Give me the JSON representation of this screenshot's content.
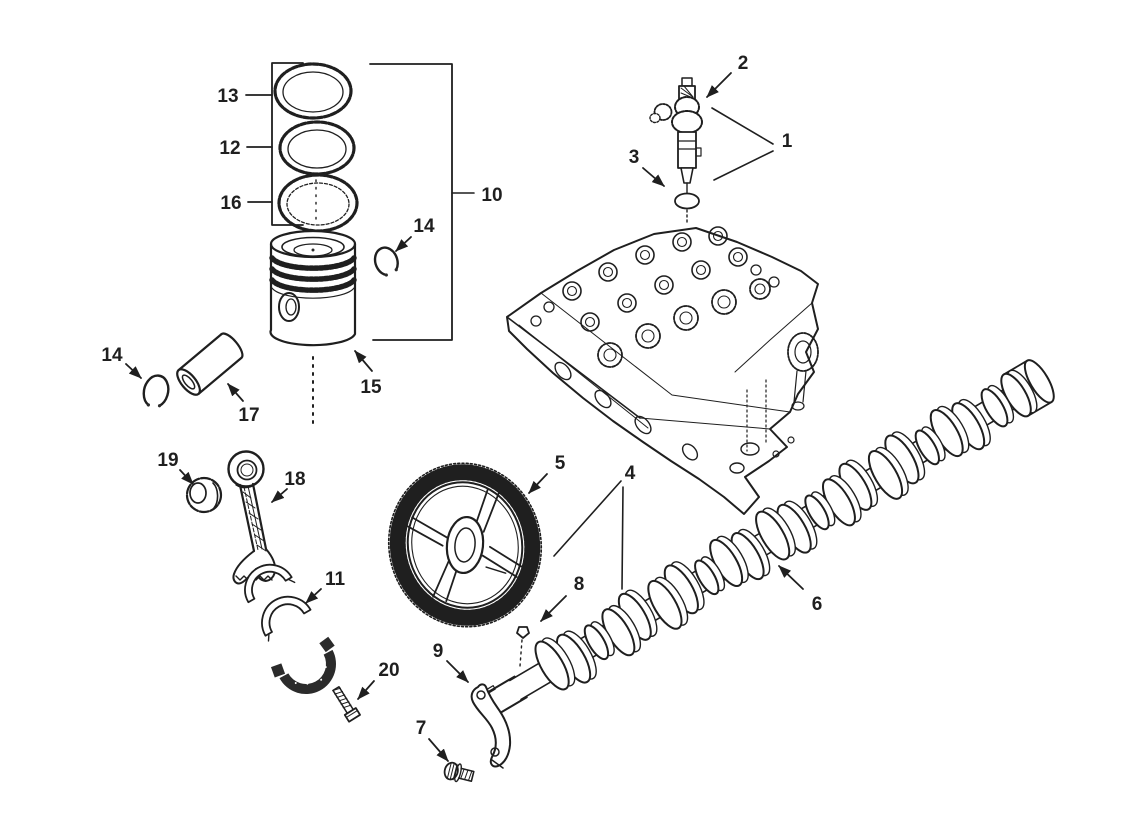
{
  "diagram": {
    "kind": "exploded-parts-diagram",
    "description": "engine piston, connecting rod, cam gear, camshaft, injector and cylinder head exploded view",
    "colors": {
      "background": "#ffffff",
      "line": "#1f1f1f"
    },
    "callouts": {
      "c1": "1",
      "c2": "2",
      "c3": "3",
      "c4": "4",
      "c5": "5",
      "c6": "6",
      "c7": "7",
      "c8": "8",
      "c9": "9",
      "c10": "10",
      "c11": "11",
      "c12": "12",
      "c13": "13",
      "c14": "14",
      "c15": "15",
      "c16": "16",
      "c17": "17",
      "c18": "18",
      "c19": "19",
      "c20": "20"
    }
  }
}
